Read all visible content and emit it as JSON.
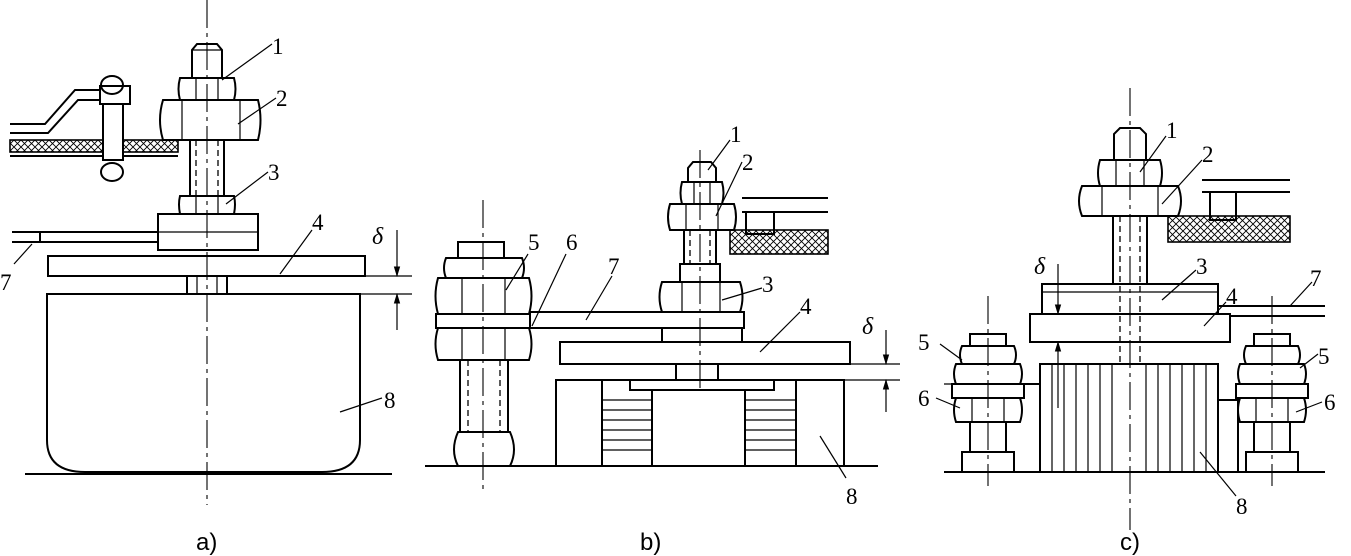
{
  "figures": [
    {
      "caption": "a)",
      "labels": [
        "1",
        "2",
        "3",
        "4",
        "7",
        "8"
      ],
      "dimension": "δ"
    },
    {
      "caption": "b)",
      "labels": [
        "1",
        "2",
        "3",
        "4",
        "5",
        "6",
        "7",
        "8"
      ],
      "dimension": "δ"
    },
    {
      "caption": "c)",
      "labels": [
        "1",
        "2",
        "3",
        "4",
        "7",
        "5",
        "5",
        "6",
        "6",
        "8"
      ],
      "dimension": "δ"
    }
  ]
}
